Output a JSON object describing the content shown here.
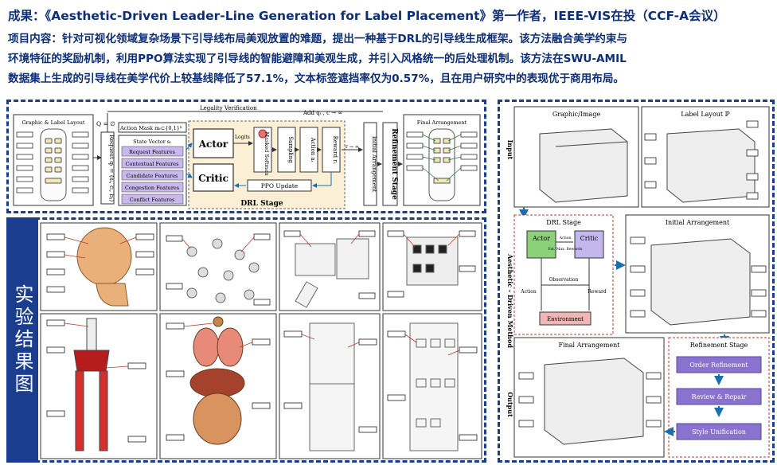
{
  "header": {
    "title": "成果：《Aesthetic-Driven Leader-Line Generation for Label Placement》第一作者，IEEE-VIS在投（CCF-A会议）",
    "desc_line1": "项目内容：针对可视化领域复杂场景下引导线布局美观放置的难题，提出一种基于DRL的引导线生成框架。该方法融合美学约束与",
    "desc_line2": "环境特征的奖励机制，利用PPO算法实现了引导线的智能避障和美观生成，并引入风格统一的后处理机制。该方法在SWU-AMIL",
    "desc_line3": "数据集上生成的引导线在美学代价上较基线降低了57.1%，文本标签遮挡率仅为0.57%，且在用户研究中的表现优于商用布局。"
  },
  "pipeline": {
    "layout_title": "Graphic & Label Layout",
    "legality": "Legality Verification",
    "add_q": "Add qₜ , c → ∞",
    "q_empty": "Q = ∅",
    "action_mask": "Action Mask mₜ⊂{0,1}ᴷ",
    "request": "Request qₜ = (sᵢ, cᵢ, bⱼ)",
    "state_vector": "State Vector sₜ",
    "features": [
      "Request Features",
      "Contextual Features",
      "Candidate Features",
      "Congestion Features",
      "Conflict Features"
    ],
    "actor": "Actor",
    "critic": "Critic",
    "logits": "Logits",
    "masked_softmax": "Masked Softmax",
    "sampling": "Sampling",
    "action": "Action aₜ",
    "reward": "Reward rₜ",
    "ppo_update": "PPO Update",
    "drl_stage": "DRL Stage",
    "r_label": "r → ∞",
    "initial_arrangement": "Initial Arrangement",
    "refinement_stage": "Refinement Stage",
    "final_arrangement": "Final Arrangement"
  },
  "results": {
    "side_label": "实验结果图"
  },
  "method": {
    "input_label": "Input",
    "graphic_image": "Graphic/Image",
    "label_layout": "Label Layout ℙ",
    "vertical_label": "Aesthetic - Driven Method",
    "drl_stage": "DRL Stage",
    "actor": "Actor",
    "critic": "Critic",
    "action_small": "Action",
    "reward_small": "Est. Max. Rewards",
    "observation": "Observation",
    "action": "Action",
    "reward": "Reward",
    "environment": "Environment",
    "initial_arrangement": "Initial Arrangement",
    "output_label": "Output",
    "final_arrangement": "Final Arrangement",
    "refinement_stage": "Refinement Stage",
    "steps": [
      "Order Refinement",
      "Review & Repair",
      "Style Unification"
    ]
  },
  "colors": {
    "navy": "#1a3d8f",
    "title_blue": "#0d2f7a",
    "drl_fill": "#fbf0d6",
    "feature_fill": "#c9b8ee",
    "step_fill": "#8a72cf",
    "actor_fill": "#8cd17a",
    "critic_fill": "#c4b7ee",
    "env_fill": "#efb6b6",
    "leader_line": "#c0392b"
  }
}
